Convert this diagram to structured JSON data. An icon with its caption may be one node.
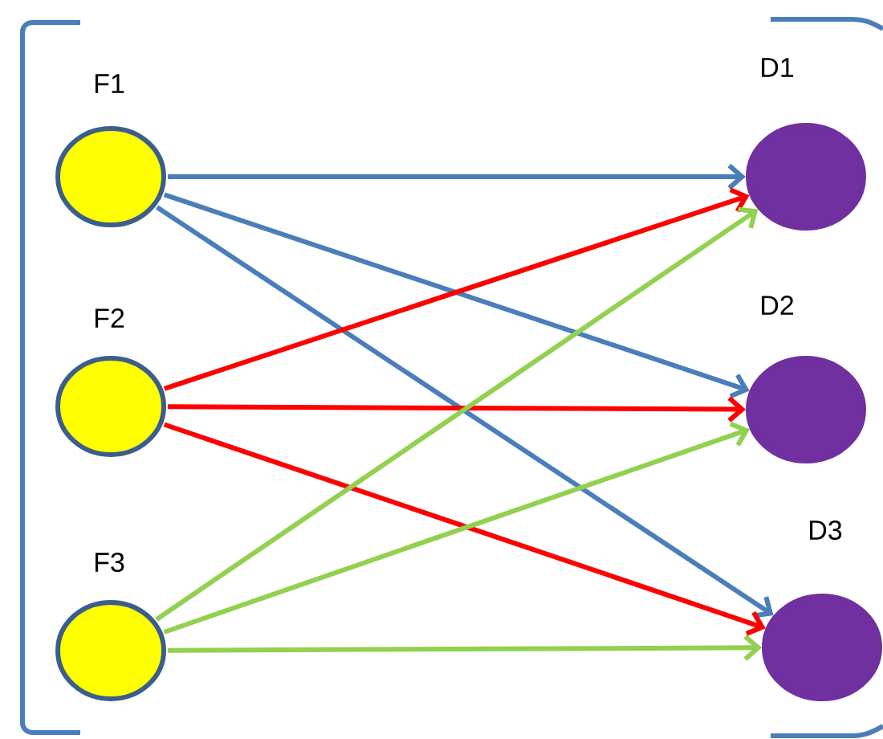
{
  "diagram": {
    "nodes": [
      {
        "text": [
          "F1"
        ]
      },
      {
        "text": [
          "F2"
        ]
      },
      {
        "text": [
          "F3"
        ]
      },
      {
        "text": [
          "D1"
        ]
      },
      {
        "text": [
          "D2"
        ]
      },
      {
        "text": [
          "D3"
        ]
      }
    ],
    "edges": [
      {
        "from": 0,
        "to": 3,
        "arrow": "to",
        "color": "#4a7ebb"
      },
      {
        "from": 0,
        "to": 4,
        "arrow": "to",
        "color": "#4a7ebb"
      },
      {
        "from": 0,
        "to": 5,
        "arrow": "to",
        "color": "#4a7ebb"
      },
      {
        "from": 1,
        "to": 3,
        "arrow": "to",
        "color": "#ff0000"
      },
      {
        "from": 1,
        "to": 4,
        "arrow": "to",
        "color": "#ff0000"
      },
      {
        "from": 1,
        "to": 5,
        "arrow": "to",
        "color": "#ff0000"
      },
      {
        "from": 2,
        "to": 3,
        "arrow": "to",
        "color": "#92d050"
      },
      {
        "from": 2,
        "to": 4,
        "arrow": "to",
        "color": "#92d050"
      },
      {
        "from": 2,
        "to": 5,
        "arrow": "to",
        "color": "#92d050"
      }
    ]
  }
}
